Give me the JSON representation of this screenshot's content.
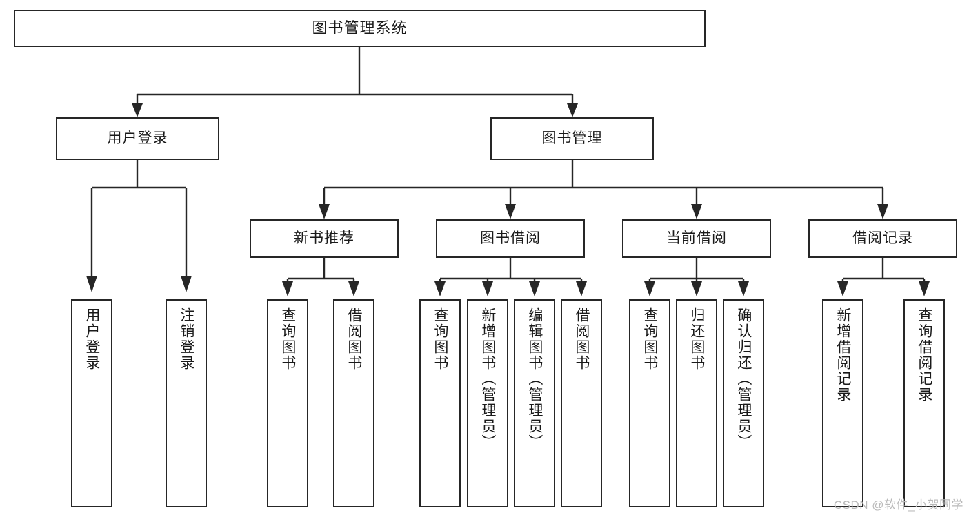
{
  "diagram": {
    "type": "tree",
    "title": "图书管理系统",
    "root": {
      "label": "图书管理系统"
    },
    "level2": [
      {
        "label": "用户登录"
      },
      {
        "label": "图书管理"
      }
    ],
    "level3": [
      {
        "label": "新书推荐"
      },
      {
        "label": "图书借阅"
      },
      {
        "label": "当前借阅"
      },
      {
        "label": "借阅记录"
      }
    ],
    "leaves": {
      "user_login": [
        {
          "label": "用户登录"
        },
        {
          "label": "注销登录"
        }
      ],
      "new_book_recommend": [
        {
          "label": "查询图书"
        },
        {
          "label": "借阅图书"
        }
      ],
      "book_borrow": [
        {
          "label": "查询图书"
        },
        {
          "label": "新增图书（管理员）"
        },
        {
          "label": "编辑图书（管理员）"
        },
        {
          "label": "借阅图书"
        }
      ],
      "current_borrow": [
        {
          "label": "查询图书"
        },
        {
          "label": "归还图书"
        },
        {
          "label": "确认归还（管理员）"
        }
      ],
      "borrow_record": [
        {
          "label": "新增借阅记录"
        },
        {
          "label": "查询借阅记录"
        }
      ]
    }
  },
  "watermark": {
    "text": "CSDN @软件_小贺同学"
  },
  "colors": {
    "stroke": "#262626",
    "text": "#1a1a1a",
    "background": "#ffffff",
    "watermark": "#b9b9b9"
  }
}
